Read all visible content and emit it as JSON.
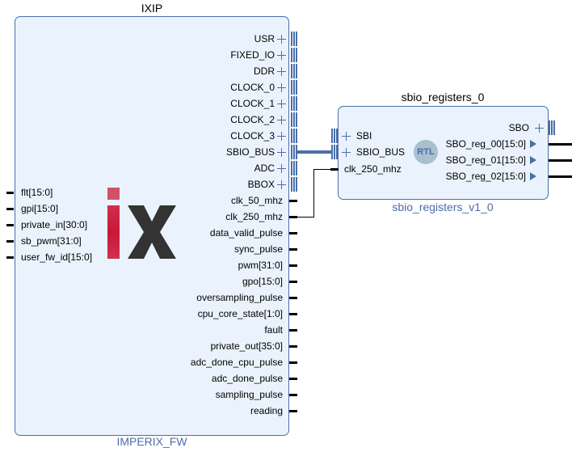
{
  "main_block": {
    "title": "IXIP",
    "name": "IMPERIX_FW",
    "logo_text": "ix",
    "bus_ports": [
      "USR",
      "FIXED_IO",
      "DDR",
      "CLOCK_0",
      "CLOCK_1",
      "CLOCK_2",
      "CLOCK_3",
      "SBIO_BUS",
      "ADC",
      "BBOX"
    ],
    "out_ports": [
      "clk_50_mhz",
      "clk_250_mhz",
      "data_valid_pulse",
      "sync_pulse",
      "pwm[31:0]",
      "gpo[15:0]",
      "oversampling_pulse",
      "cpu_core_state[1:0]",
      "fault",
      "private_out[35:0]",
      "adc_done_cpu_pulse",
      "adc_done_pulse",
      "sampling_pulse",
      "reading"
    ],
    "in_ports": [
      "flt[15:0]",
      "gpi[15:0]",
      "private_in[30:0]",
      "sb_pwm[31:0]",
      "user_fw_id[15:0]"
    ]
  },
  "sbio_block": {
    "title": "sbio_registers_0",
    "name": "sbio_registers_v1_0",
    "badge": "RTL",
    "in_bus_ports": [
      "SBI",
      "SBIO_BUS"
    ],
    "in_ports": [
      "clk_250_mhz"
    ],
    "out_bus_ports": [
      "SBO"
    ],
    "out_ports": [
      "SBO_reg_00[15:0]",
      "SBO_reg_01[15:0]",
      "SBO_reg_02[15:0]"
    ]
  },
  "colors": {
    "accent": "#4a6ea9",
    "block_bg": "#eaf3fd",
    "logo_red": "#c8173b",
    "logo_dark": "#333333"
  }
}
